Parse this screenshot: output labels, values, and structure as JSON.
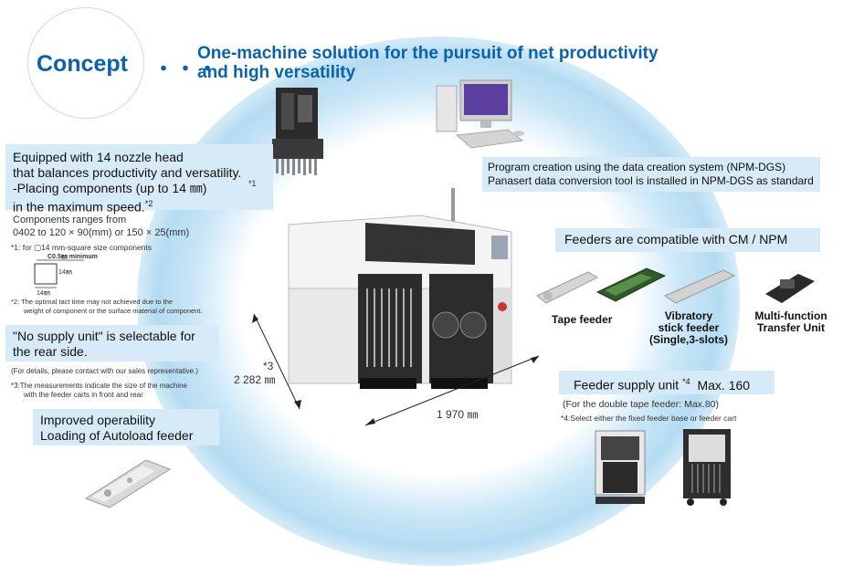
{
  "concept": {
    "label": "Concept",
    "dots": "・・・",
    "headline_line1": "One-machine solution for the pursuit of net productivity",
    "headline_line2": "and high versatility"
  },
  "nozzle": {
    "line1": "Equipped with 14 nozzle head",
    "line2": "that balances productivity and versatility.",
    "line3": "-Placing components (up to 14 ㎜)",
    "note_ref1": "*1",
    "line4": "in the maximum speed.",
    "note_ref2": "*2"
  },
  "components": {
    "line1": "Components ranges from",
    "line2": "0402 to 120 × 90(mm) or 150 × 25(mm)",
    "note1": "*1: for ▢14 mm-square size components",
    "dim_top": "C0.5㎜ minimum",
    "dim_side": "14㎜",
    "dim_bottom": "14㎜",
    "note2_line1": "*2: The optimal tact time may not achieved due to the",
    "note2_line2": "weight of component or the surface material of component."
  },
  "supply": {
    "line1": "\"No supply unit\" is selectable for",
    "line2": "the rear side.",
    "contact": "(For details, please contact with our sales representative.)",
    "note3_line1": "*3:The measurements indicate the size of the machine",
    "note3_line2": "with the feeder carts in front and rear"
  },
  "operability": {
    "line1": "Improved operability",
    "line2": "Loading of Autoload feeder"
  },
  "program": {
    "line1": "Program creation using the data creation system (NPM-DGS)",
    "line2": "Panasert data conversion tool is installed in NPM-DGS as standard"
  },
  "feeders": {
    "title": "Feeders are compatible with CM / NPM",
    "tape": "Tape feeder",
    "vib_line1": "Vibratory",
    "vib_line2": "stick feeder",
    "vib_line3": "(Single,3-slots)",
    "multi_line1": "Multi-function",
    "multi_line2": "Transfer Unit"
  },
  "feeder_supply": {
    "title": "Feeder supply unit",
    "ref": "*4",
    "max": "Max. 160",
    "double": "(For the double tape feeder: Max.80)",
    "note4": "*4:Select either the fixed feeder base or feeder cart"
  },
  "dims": {
    "depth_ref": "*3",
    "depth": "2 282 ㎜",
    "width": "1 970 ㎜"
  },
  "colors": {
    "accent": "#0a62ad",
    "box": "#d6ebf7"
  }
}
